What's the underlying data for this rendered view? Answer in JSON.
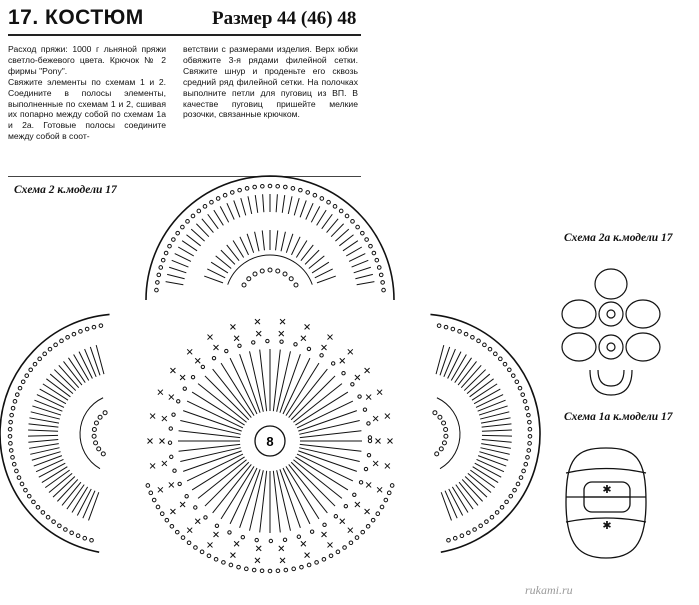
{
  "header": {
    "title": "17. КОСТЮМ",
    "size": "Размер 44 (46) 48"
  },
  "text": {
    "col1": [
      "Расход пряжи: 1000 г льняной пряжи светло-бежевого цвета. Крючок № 2 фирмы \"Pony\".",
      "Свяжите элементы по схемам 1 и 2. Соедините в полосы элементы, выполненные по схемам 1 и 2, сшивая их попарно между собой по схемам 1а и 2а. Готовые полосы соедините между собой в соот-"
    ],
    "col2": [
      "ветствии с размерами изделия. Верх юбки обвяжите 3-я рядами филейной сетки. Свяжите шнур и проденьте его сквозь средний ряд филейной сетки. На полочках выполните петли для пуговиц из ВП. В качестве пуговиц пришейте мелкие розочки, связанные крючком."
    ]
  },
  "captions": {
    "scheme2": "Схема 2 к.модели 17",
    "scheme2a": "Схема 2а к.модели 17",
    "scheme1a": "Схема 1а к.модели 17"
  },
  "diagram": {
    "center_label": "8"
  },
  "watermark": "rukami.ru"
}
